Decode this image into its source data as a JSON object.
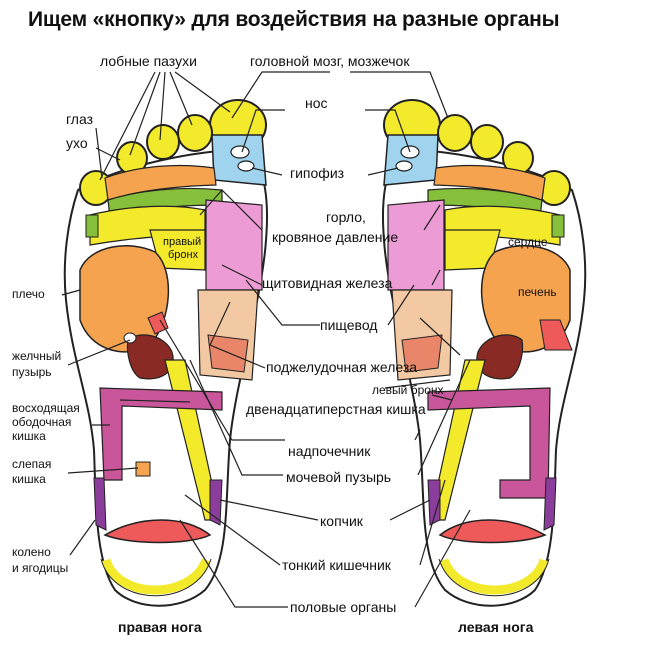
{
  "title": "Ищем «кнопку» для воздействия на разные органы",
  "labels": {
    "frontal_sinuses": "лобные пазухи",
    "brain": "головной мозг, мозжечок",
    "eye": "глаз",
    "ear": "ухо",
    "nose": "нос",
    "pituitary": "гипофиз",
    "throat_1": "горло,",
    "throat_2": "кровяное давление",
    "right_bronchus_1": "правый",
    "right_bronchus_2": "бронх",
    "heart": "сердце",
    "thyroid": "щитовидная железа",
    "shoulder": "плечо",
    "liver": "печень",
    "esophagus": "пищевод",
    "gallbladder_1": "желчный",
    "gallbladder_2": "пузырь",
    "pancreas": "поджелудочная железа",
    "left_bronchus": "левый бронх",
    "colon_1": "восходящая",
    "colon_2": "ободочная",
    "colon_3": "кишка",
    "duodenum": "двенадцатиперстная кишка",
    "cecum_1": "слепая",
    "cecum_2": "кишка",
    "adrenal": "надпочечник",
    "bladder": "мочевой пузырь",
    "coccyx": "копчик",
    "knee_1": "колено",
    "knee_2": "и ягодицы",
    "small_intestine": "тонкий кишечник",
    "genitals": "половые органы",
    "right_foot": "правая нога",
    "left_foot": "левая нога"
  },
  "colors": {
    "yellow": "#f3ea2c",
    "orange": "#f5a34e",
    "green": "#86bf3a",
    "pink": "#ec9bd4",
    "magenta": "#c9569a",
    "purple": "#8b3d9c",
    "peach": "#f3c9a3",
    "red": "#ee5a5a",
    "brown": "#8a2a24",
    "blue": "#9fd3ee",
    "outline": "#222222"
  }
}
